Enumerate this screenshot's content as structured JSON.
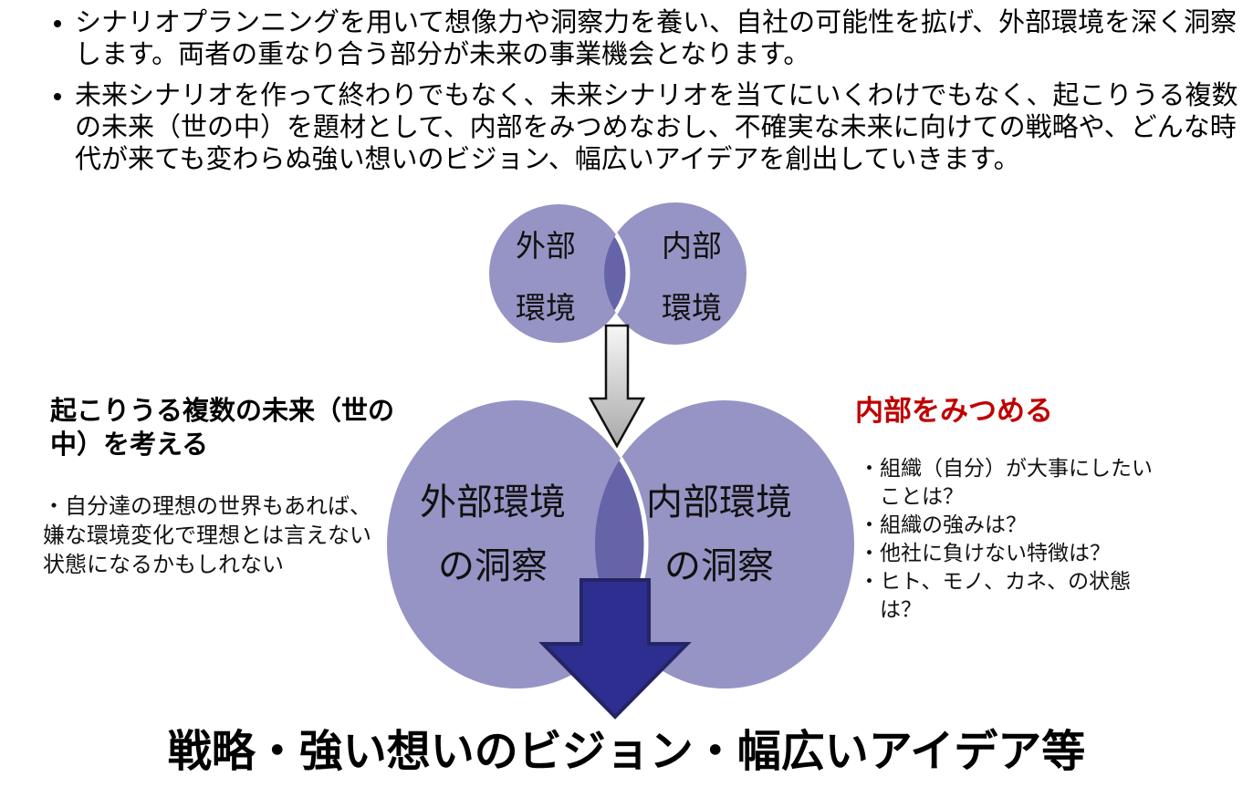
{
  "top_bullets": {
    "items": [
      "シナリオプランニングを用いて想像力や洞察力を養い、自社の可能性を拡げ、外部環境を深く洞察します。両者の重なり合う部分が未来の事業機会となります。",
      "未来シナリオを作って終わりでもなく、未来シナリオを当てにいくわけでもなく、起こりうる複数の未来（世の中）を題材として、内部をみつめなおし、不確実な未来に向けての戦略や、どんな時代が来ても変わらぬ強い想いのビジョン、幅広いアイデアを創出していきます。"
    ]
  },
  "small_venn": {
    "left_line1": "外部",
    "left_line2": "環境",
    "right_line1": "内部",
    "right_line2": "環境"
  },
  "large_venn": {
    "left_line1": "外部環境",
    "left_line2": "の洞察",
    "right_line1": "内部環境",
    "right_line2": "の洞察"
  },
  "left_note": {
    "heading": "起こりうる複数の未来（世の中）を考える",
    "body": "・自分達の理想の世界もあれば、嫌な環境変化で理想とは言えない状態になるかもしれない"
  },
  "right_note": {
    "heading": "内部をみつめる",
    "bullets": [
      "・組織（自分）が大事にしたいことは？",
      "・組織の強みは？",
      "・他社に負けない特徴は？",
      "・ヒト、モノ、カネ、の状態は？"
    ]
  },
  "bottom_title": "戦略・強い想いのビジョン・幅広いアイデア等",
  "colors": {
    "venn_circle_fill": "rgba(64,60,148,0.55)",
    "venn_overlap": "#6663a9",
    "venn_divider": "#ffffff",
    "gray_arrow_top": "#f7f7f7",
    "gray_arrow_bottom": "#a8a8a8",
    "gray_arrow_stroke": "#111111",
    "dark_arrow_fill": "#2e2e90",
    "dark_arrow_stroke": "#232566",
    "heading_red": "#c00000",
    "text_black": "#000000"
  }
}
